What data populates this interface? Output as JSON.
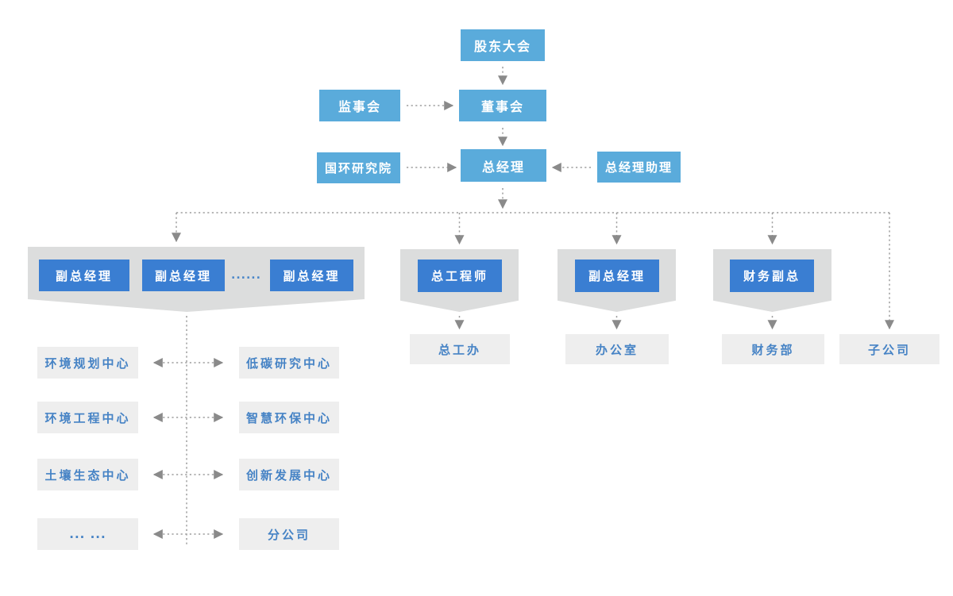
{
  "colors": {
    "light_blue": "#5aabdb",
    "bright_blue": "#3a7ed2",
    "pentagon_gray": "#dcdddd",
    "box_gray": "#eeeeee",
    "blue_text": "#4683c5",
    "connector_gray": "#9e9e9e"
  },
  "top_chain": {
    "shareholders_meeting": "股东大会",
    "supervisory_board": "监事会",
    "board_of_directors": "董事会",
    "research_institute": "国环研究院",
    "general_manager": "总经理",
    "gm_assistant": "总经理助理"
  },
  "deputy_group": {
    "boxes": [
      "副总经理",
      "副总经理",
      "副总经理"
    ],
    "ellipsis": "......"
  },
  "middle_groups": [
    {
      "head": "总工程师",
      "dept": "总工办"
    },
    {
      "head": "副总经理",
      "dept": "办公室"
    },
    {
      "head": "财务副总",
      "dept": "财务部"
    }
  ],
  "subsidiary": "子公司",
  "department_rows": [
    {
      "left": "环境规划中心",
      "right": "低碳研究中心"
    },
    {
      "left": "环境工程中心",
      "right": "智慧环保中心"
    },
    {
      "left": "土壤生态中心",
      "right": "创新发展中心"
    },
    {
      "left": "... ...",
      "right": "分公司"
    }
  ]
}
